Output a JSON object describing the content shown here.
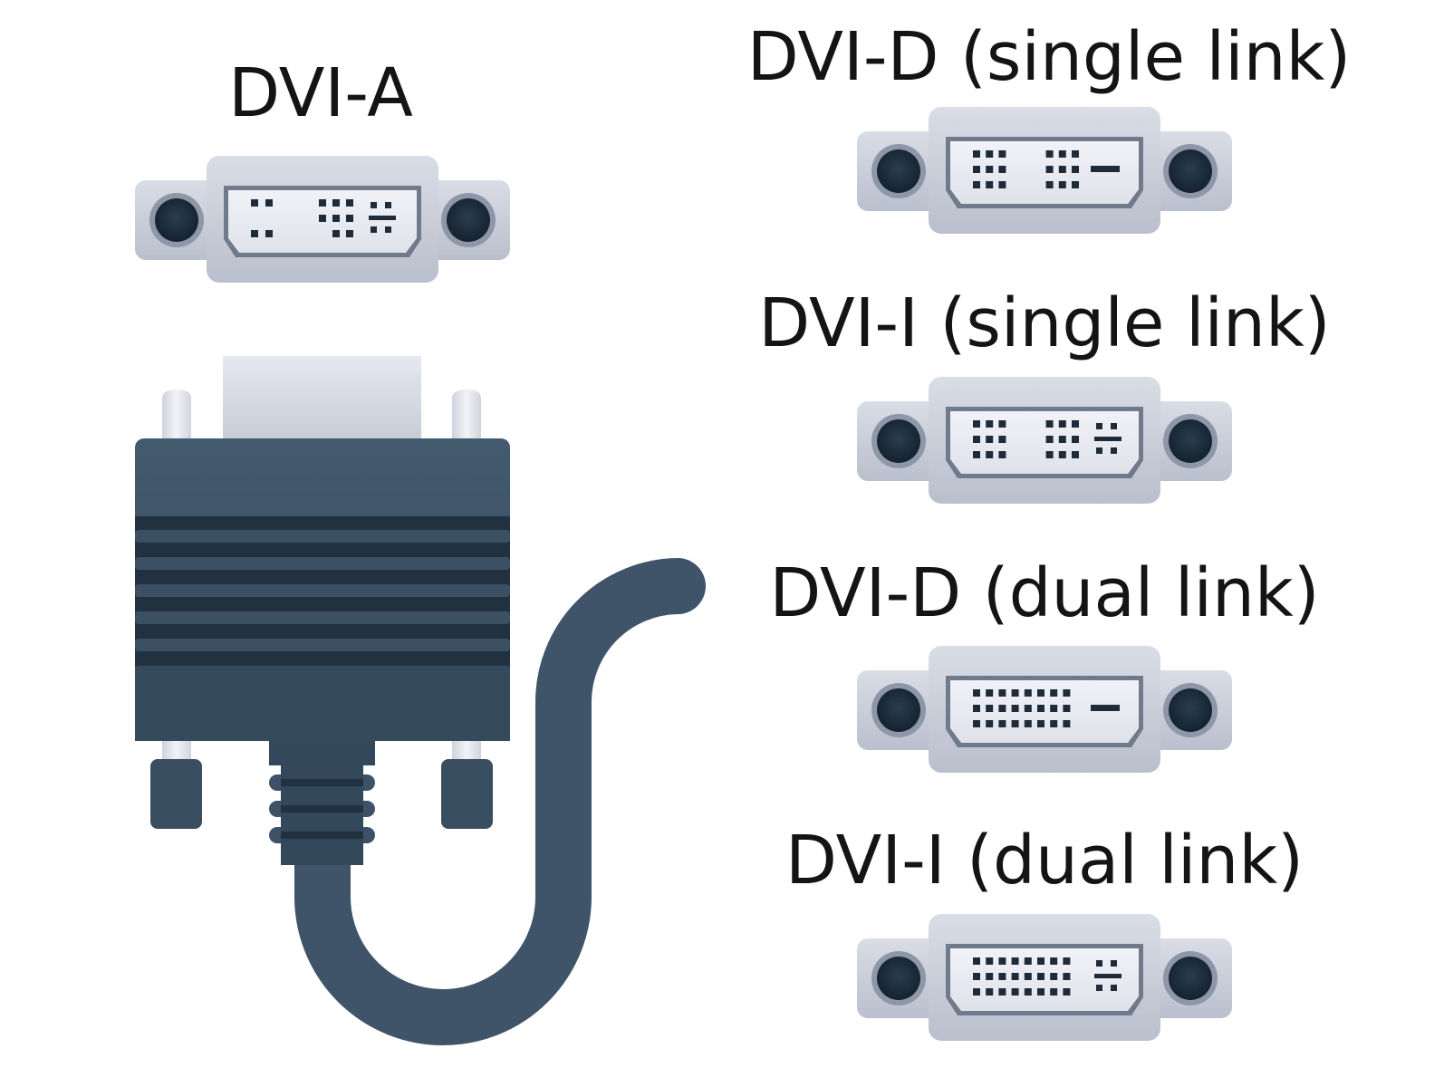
{
  "colors": {
    "background": "#ffffff",
    "connector_plate": "#c9ced9",
    "connector_plate_dark": "#aeb5c4",
    "port_face": "#e9ebf2",
    "port_border": "#6f7a8d",
    "pin": "#1f2b38",
    "screw_hole": "#1a2836",
    "cable_body": "#3f5468",
    "cable_dark": "#2e4052",
    "cable_groove": "#1c2a38",
    "cable_stud": "#dfe2ea",
    "label_text": "#141414"
  },
  "connectors": [
    {
      "id": "dvi-a",
      "label": "DVI-A",
      "grid_cols": 3,
      "link": "analog",
      "analog_pins": true
    },
    {
      "id": "dvi-d-single",
      "label": "DVI-D (single link)",
      "grid_cols": 6,
      "link": "single",
      "analog_pins": false
    },
    {
      "id": "dvi-i-single",
      "label": "DVI-I (single link)",
      "grid_cols": 6,
      "link": "single",
      "analog_pins": true
    },
    {
      "id": "dvi-d-dual",
      "label": "DVI-D (dual link)",
      "grid_cols": 8,
      "link": "dual",
      "analog_pins": false
    },
    {
      "id": "dvi-i-dual",
      "label": "DVI-I (dual link)",
      "grid_cols": 8,
      "link": "dual",
      "analog_pins": true
    }
  ],
  "cable": {
    "name": "dvi-cable-plug",
    "icon": "cable-plug-icon"
  }
}
